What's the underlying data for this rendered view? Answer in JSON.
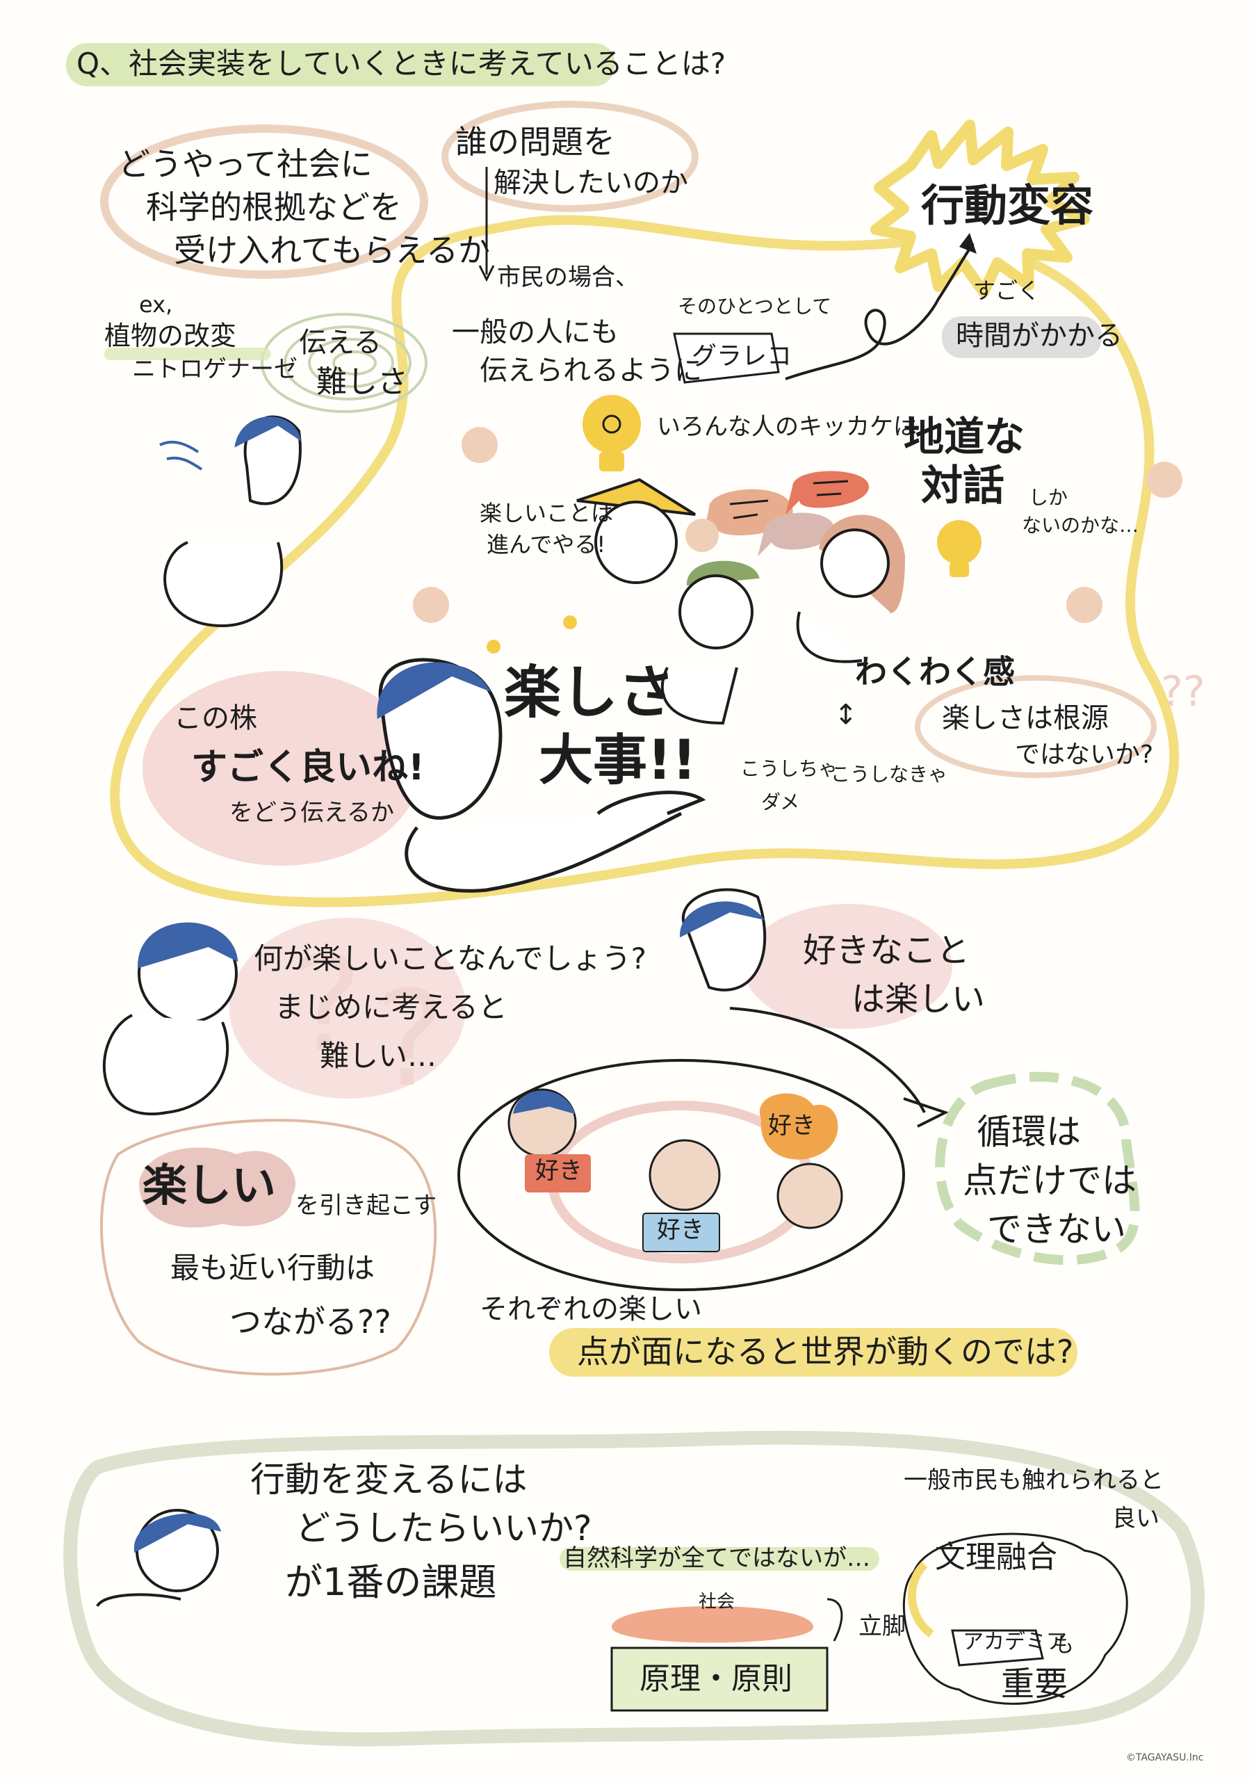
{
  "question": "Q、社会実装をしていくときに考えていることは?",
  "top_left": {
    "line1": "どうやって社会に",
    "line2": "科学的根拠などを",
    "line3": "受け入れてもらえるか"
  },
  "example": {
    "ex": "ex,",
    "line1": "植物の改変",
    "line2": "ニトロゲナーゼ"
  },
  "difficulty": {
    "line1": "伝える",
    "line2": "難しさ"
  },
  "whose_problem": {
    "line1": "誰の問題を",
    "line2": "解決したいのか"
  },
  "citizen": {
    "line1": "市民の場合、",
    "line2": "一般の人にも",
    "line3": "伝えられるように"
  },
  "graphic": {
    "caption": "そのひとつとして",
    "label": "グラレコ"
  },
  "behavior_change": "行動変容",
  "takes_time": {
    "line1": "すごく",
    "line2": "時間がかかる"
  },
  "trigger": "いろんな人のキッカケは",
  "dialogue": {
    "line1": "地道な",
    "line2": "対話",
    "suffix": "しか",
    "line3": "ないのかな…"
  },
  "fun_progress": {
    "line1": "楽しいことは",
    "line2": "進んでやる!"
  },
  "plant": {
    "line1": "この株",
    "line2": "すごく良いね!",
    "line3": "をどう伝えるか"
  },
  "fun_important": {
    "line1": "楽しさ",
    "line2": "大事!!"
  },
  "excitement": {
    "title": "わくわく感",
    "arrow": "↕",
    "line1": "楽しさは根源",
    "line2": "ではないか?",
    "q": "??"
  },
  "ng_words": {
    "a1": "こうしちゃ",
    "a2": "ダメ",
    "b": "こうしなきゃ"
  },
  "what_fun": {
    "line1": "何が楽しいことなんでしょう?",
    "line2": "まじめに考えると",
    "line3": "難しい…"
  },
  "like_fun": {
    "line1": "好きなこと",
    "line2": "は楽しい"
  },
  "likes": {
    "a": "好き",
    "b": "好き",
    "c": "好き"
  },
  "cycle": {
    "line1": "循環は",
    "line2": "点だけでは",
    "line3": "できない"
  },
  "fun_cause": {
    "word": "楽しい",
    "line1": "を引き起こす",
    "line2": "最も近い行動は",
    "line3": "つながる??"
  },
  "each_fun": "それぞれの楽しい",
  "world_moves": "点が面になると世界が動くのでは?",
  "bottom": {
    "line1": "行動を変えるには",
    "line2": "どうしたらいいか?",
    "line3": "が1番の課題",
    "science": "自然科学が全てではないが…",
    "society": "社会",
    "principle": "原理・原則",
    "tripod": "立脚",
    "citizens": "一般市民も触れられると",
    "good": "良い",
    "fusion": "文理融合",
    "academia": "アカデミア",
    "mo": "も",
    "important": "重要"
  },
  "credit": "©TAGAYASU.Inc",
  "colors": {
    "yellow": "#f2dc72",
    "pink": "#f0cfc9",
    "green": "#dbe8b8",
    "peach": "#e8c9a8",
    "hair": "#3d63a8",
    "orange": "#e8a53a"
  }
}
